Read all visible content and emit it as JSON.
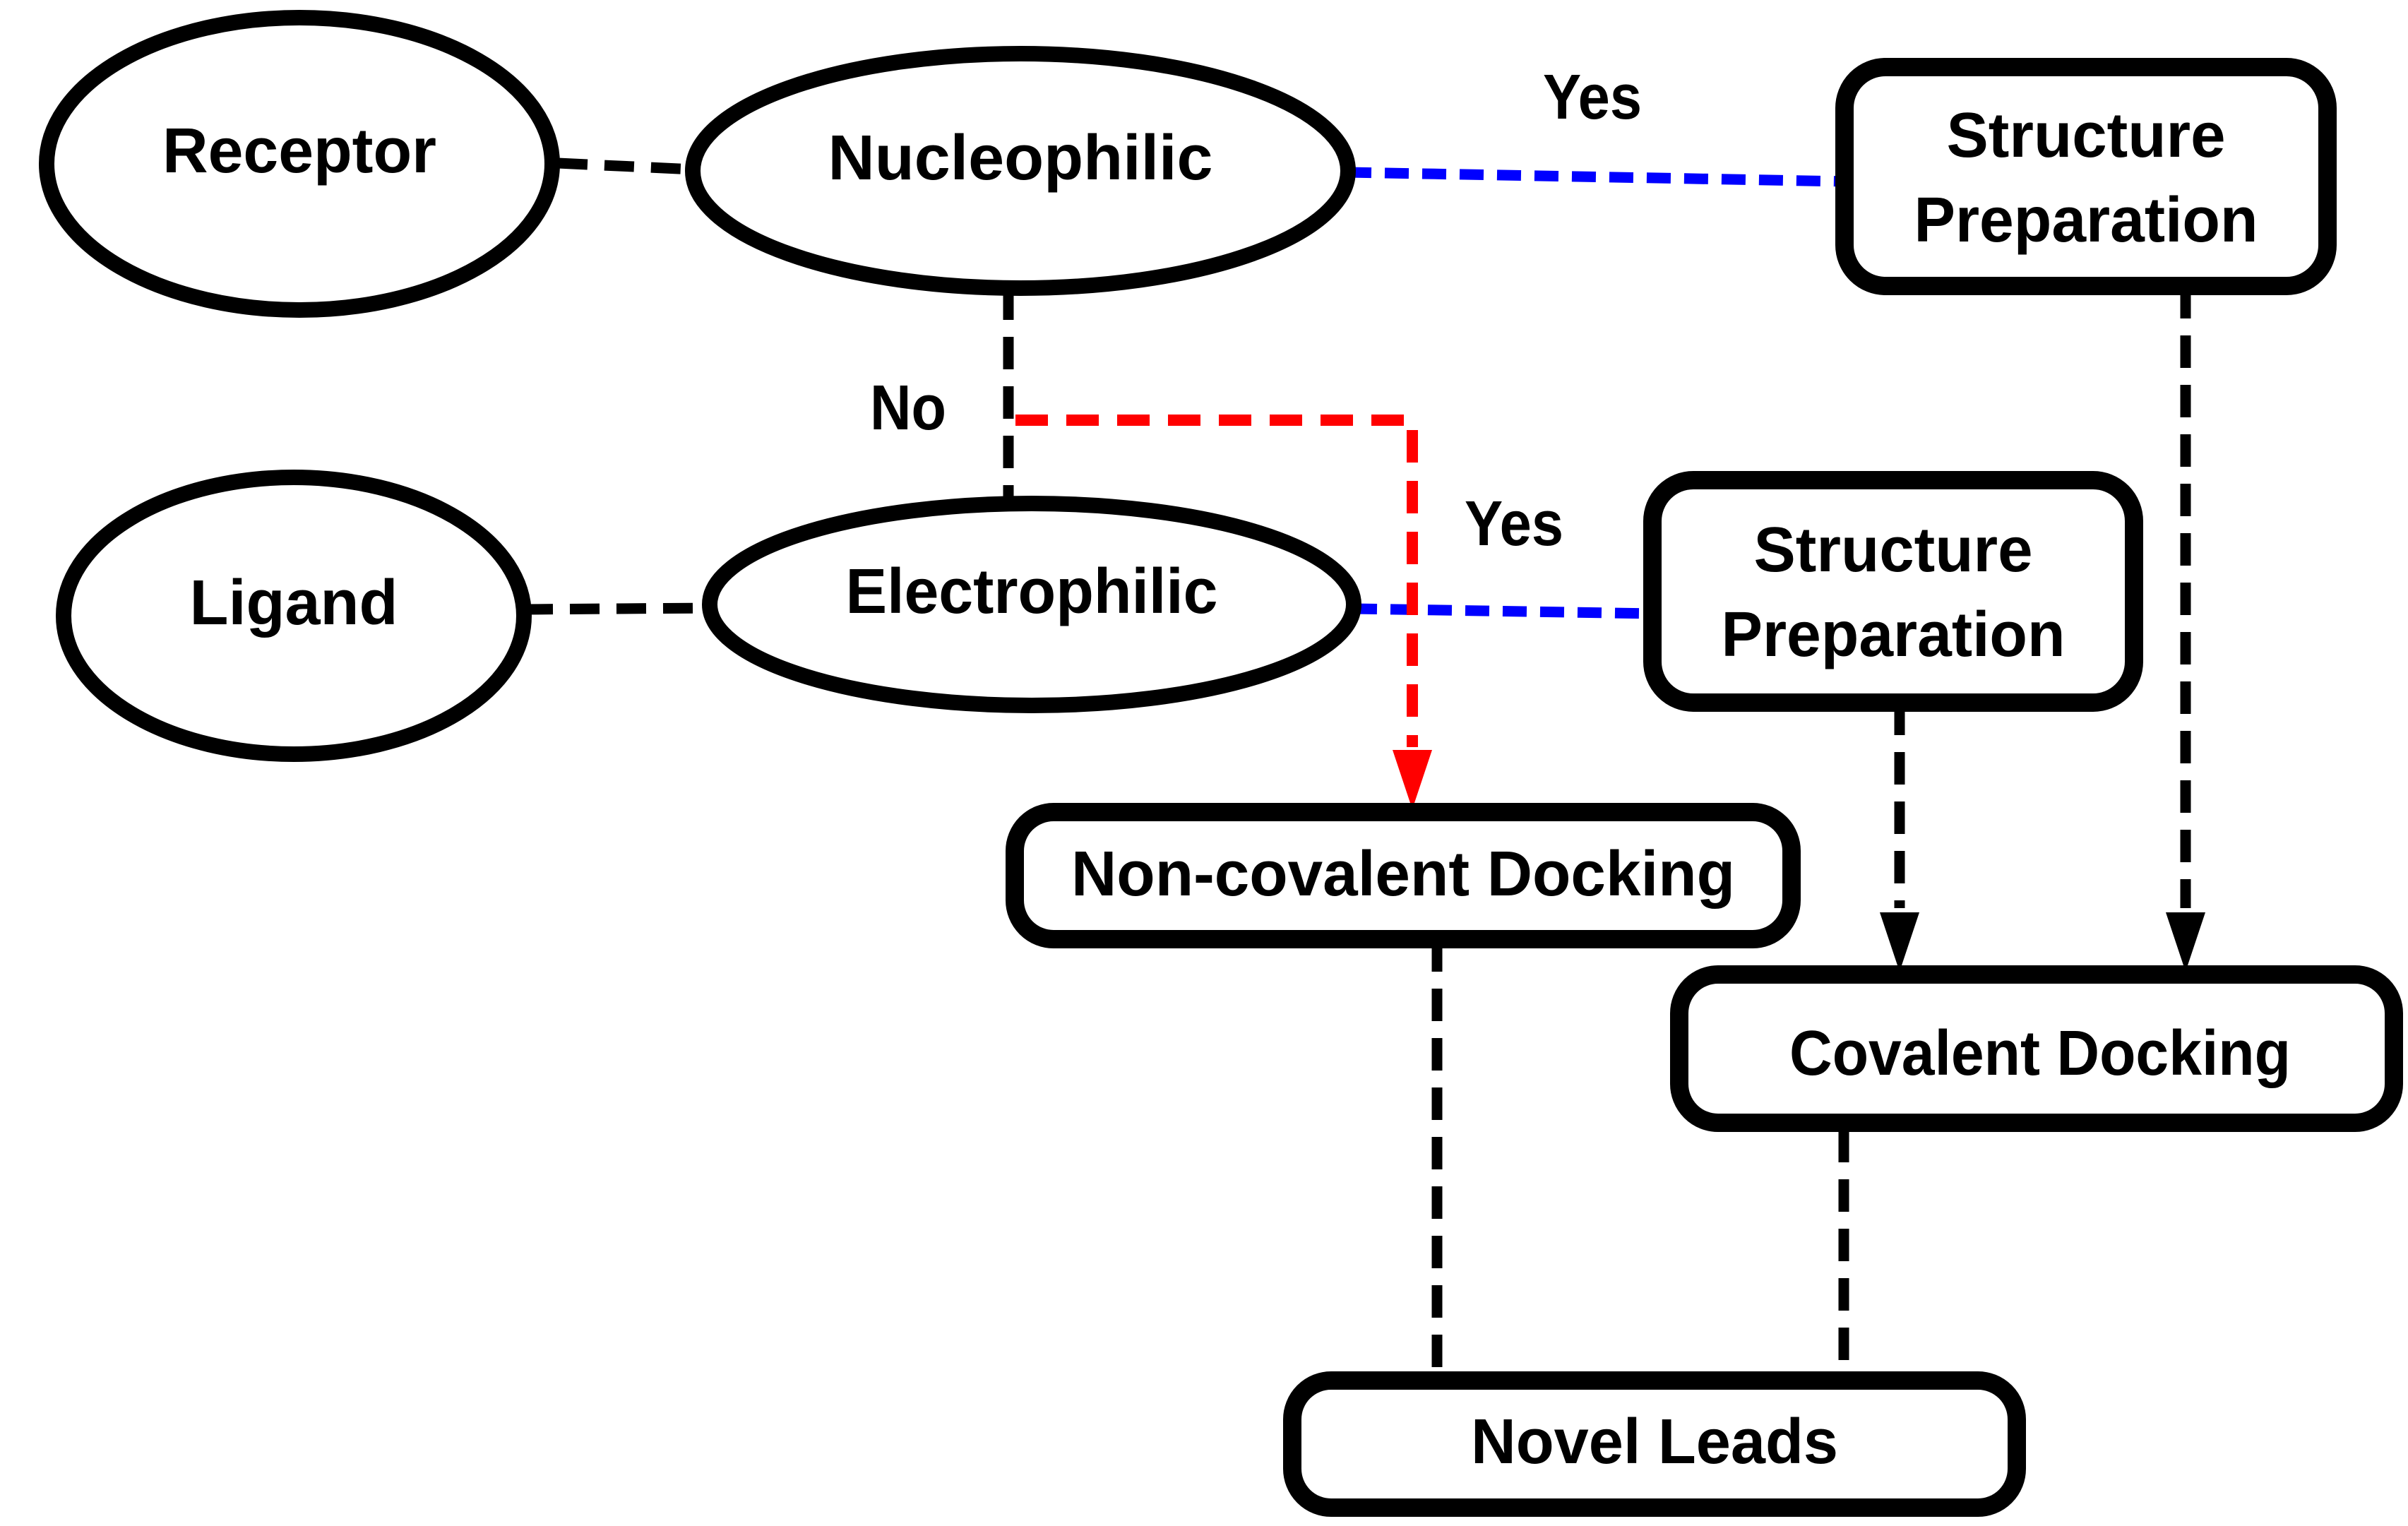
{
  "diagram": {
    "type": "flowchart",
    "description": "Covalent vs non-covalent docking decision workflow",
    "nodes": {
      "receptor": {
        "label": "Receptor",
        "shape": "ellipse"
      },
      "nucleophilic": {
        "label": "Nucleophilic",
        "shape": "ellipse"
      },
      "ligand": {
        "label": "Ligand",
        "shape": "ellipse"
      },
      "electrophilic": {
        "label": "Electrophilic",
        "shape": "ellipse"
      },
      "structure_prep_top": {
        "label_line1": "Structure",
        "label_line2": "Preparation",
        "shape": "rounded-rect"
      },
      "structure_prep_mid": {
        "label_line1": "Structure",
        "label_line2": "Preparation",
        "shape": "rounded-rect"
      },
      "non_covalent_docking": {
        "label": "Non-covalent Docking",
        "shape": "rounded-rect"
      },
      "covalent_docking": {
        "label": "Covalent Docking",
        "shape": "rounded-rect"
      },
      "novel_leads": {
        "label": "Novel Leads",
        "shape": "rounded-rect"
      }
    },
    "edge_labels": {
      "yes_top": "Yes",
      "yes_mid": "Yes",
      "no": "No"
    },
    "edges": [
      {
        "from": "receptor",
        "to": "nucleophilic",
        "style": "black-dashed"
      },
      {
        "from": "ligand",
        "to": "electrophilic",
        "style": "black-dashed"
      },
      {
        "from": "nucleophilic",
        "to": "electrophilic",
        "style": "black-dashed"
      },
      {
        "from": "nucleophilic",
        "to": "structure_prep_top",
        "style": "blue-dashed",
        "label": "Yes"
      },
      {
        "from": "electrophilic",
        "to": "structure_prep_mid",
        "style": "blue-dashed",
        "label": "Yes"
      },
      {
        "from": "nucleophilic",
        "to": "non_covalent_docking",
        "style": "red-dashed-arrow",
        "label": "No"
      },
      {
        "from": "structure_prep_top",
        "to": "covalent_docking",
        "style": "black-dashed-arrow"
      },
      {
        "from": "structure_prep_mid",
        "to": "covalent_docking",
        "style": "black-dashed-arrow"
      },
      {
        "from": "non_covalent_docking",
        "to": "novel_leads",
        "style": "black-dashed"
      },
      {
        "from": "covalent_docking",
        "to": "novel_leads",
        "style": "black-dashed"
      }
    ],
    "colors": {
      "background": "#ffffff",
      "shape_stroke": "#000000",
      "text": "#000000",
      "yes_edge_blue": "#0000ff",
      "no_edge_red": "#ff0000",
      "black_edge": "#000000"
    }
  }
}
